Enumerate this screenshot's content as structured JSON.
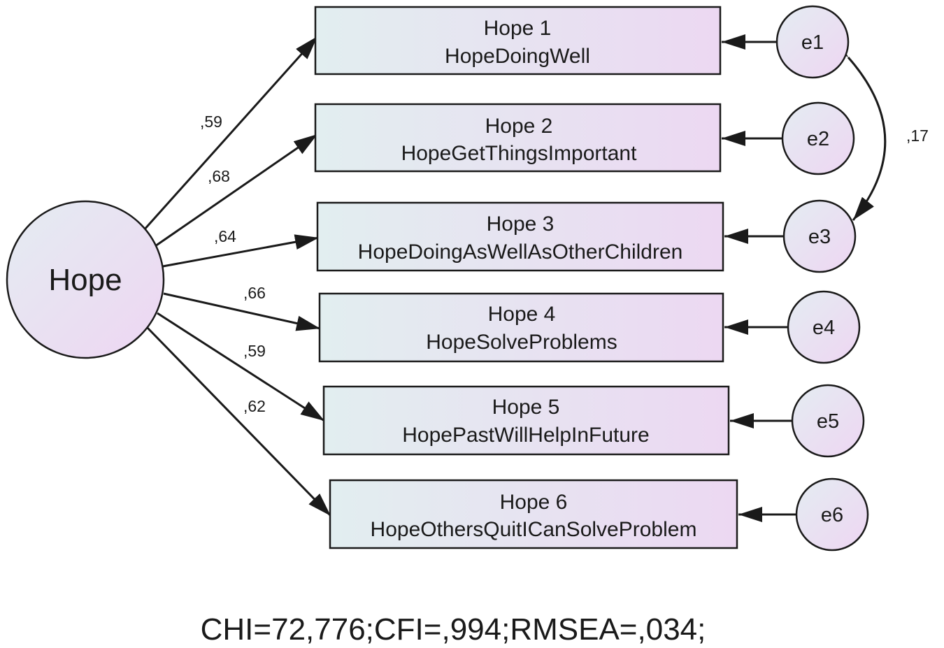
{
  "latent": {
    "label": "Hope"
  },
  "indicators": [
    {
      "line1": "Hope 1",
      "line2": "HopeDoingWell",
      "loading": ",59",
      "error": "e1"
    },
    {
      "line1": "Hope 2",
      "line2": "HopeGetThingsImportant",
      "loading": ",68",
      "error": "e2"
    },
    {
      "line1": "Hope 3",
      "line2": "HopeDoingAsWellAsOtherChildren",
      "loading": ",64",
      "error": "e3"
    },
    {
      "line1": "Hope 4",
      "line2": "HopeSolveProblems",
      "loading": ",66",
      "error": "e4"
    },
    {
      "line1": "Hope 5",
      "line2": "HopePastWillHelpInFuture",
      "loading": ",59",
      "error": "e5"
    },
    {
      "line1": "Hope 6",
      "line2": "HopeOthersQuitICanSolveProblem",
      "loading": ",62",
      "error": "e6"
    }
  ],
  "covariance": {
    "between": [
      "e1",
      "e3"
    ],
    "label": ",17"
  },
  "fit": {
    "text": "CHI=72,776;CFI=,994;RMSEA=,034;"
  },
  "colors": {
    "shape_fill_light": "#e2eef0",
    "shape_fill_dark": "#ecd8f2",
    "stroke": "#1a1a1a"
  }
}
